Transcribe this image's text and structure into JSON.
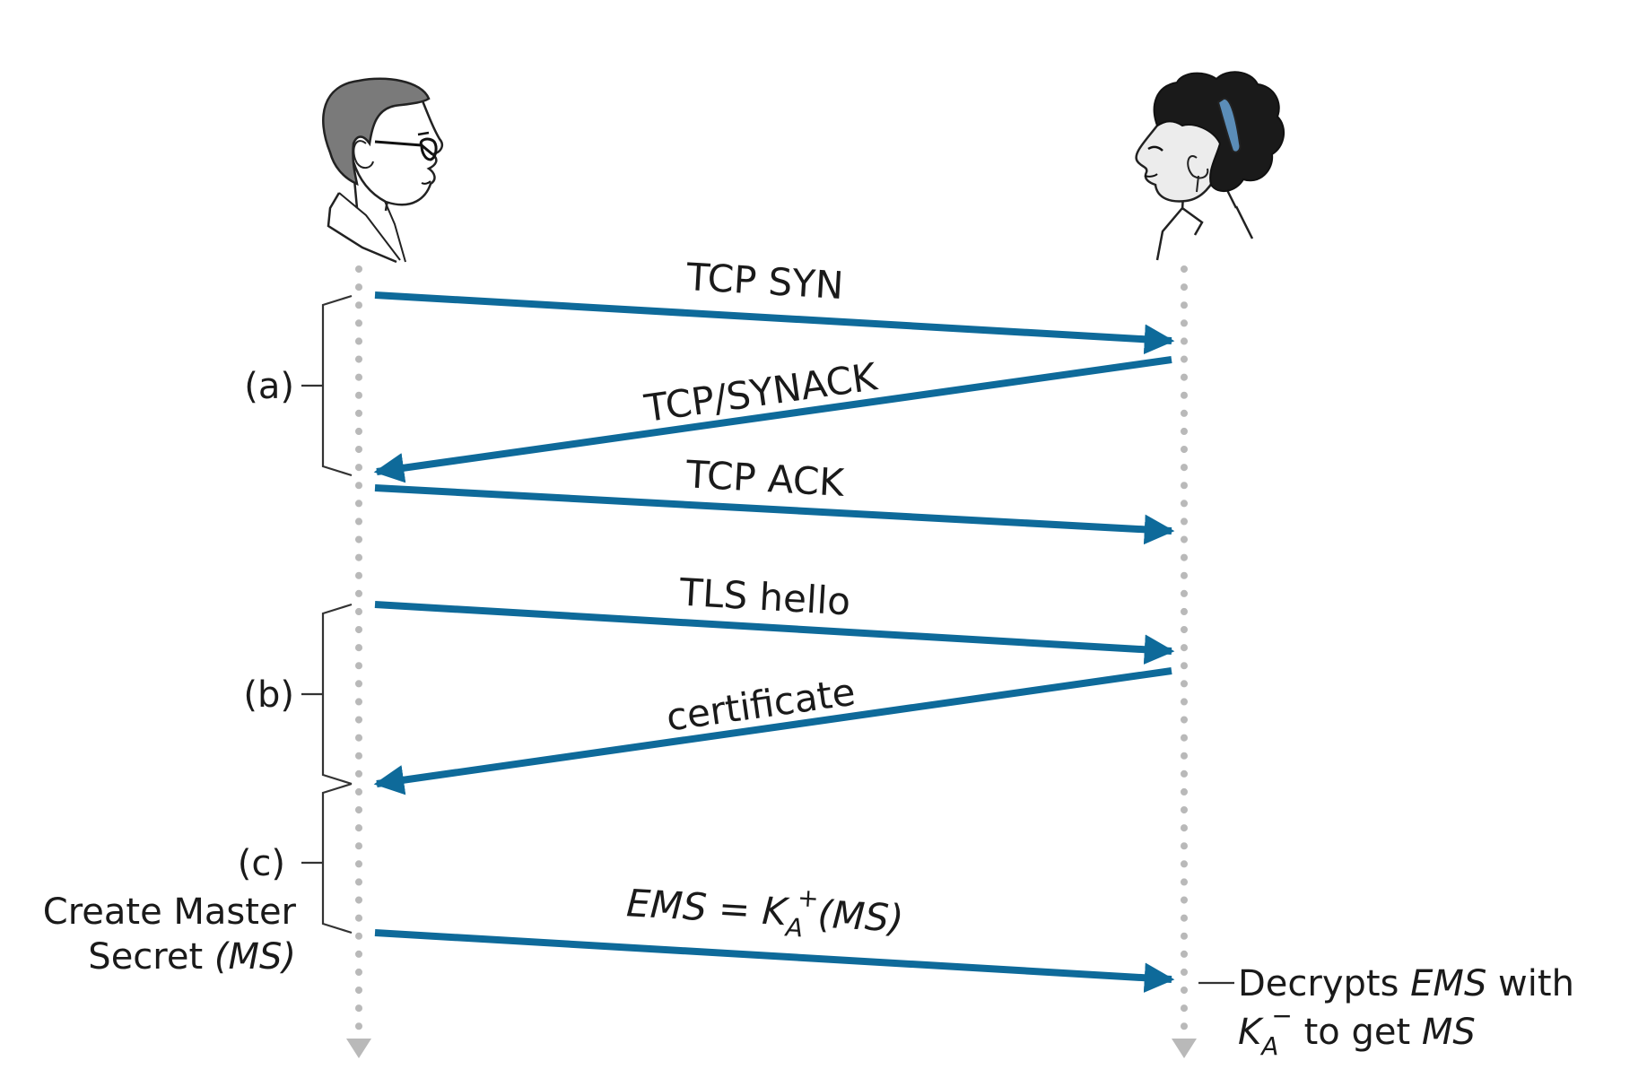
{
  "colors": {
    "arrow": "#0e6a9a",
    "lifeline": "#b9b9b9",
    "bracket": "#333333",
    "text": "#1a1a1a",
    "headband": "#5b8db8"
  },
  "actors": [
    {
      "id": "alice",
      "icon": "man-with-glasses-icon"
    },
    {
      "id": "bob",
      "icon": "woman-with-headband-icon"
    }
  ],
  "messages": [
    {
      "id": "tcp-syn",
      "label": "TCP SYN",
      "direction": "right"
    },
    {
      "id": "tcp-synack",
      "label": "TCP/SYNACK",
      "direction": "left"
    },
    {
      "id": "tcp-ack",
      "label": "TCP ACK",
      "direction": "right"
    },
    {
      "id": "tls-hello",
      "label": "TLS hello",
      "direction": "right"
    },
    {
      "id": "certificate",
      "label": "certificate",
      "direction": "left"
    },
    {
      "id": "ems",
      "label_parts": {
        "lhs": "EMS",
        "eq": " = K",
        "sub": "A",
        "sup": "+",
        "rhs": "(MS)"
      },
      "direction": "right"
    }
  ],
  "phases": [
    {
      "id": "a",
      "label": "(a)"
    },
    {
      "id": "b",
      "label": "(b)"
    },
    {
      "id": "c",
      "label": "(c)"
    }
  ],
  "notes": {
    "create_master_line1": "Create Master",
    "create_master_line2_a": "Secret ",
    "create_master_line2_b": "(MS)",
    "decrypt_line1_a": "Decrypts ",
    "decrypt_line1_b": "EMS",
    "decrypt_line1_c": " with",
    "decrypt_line2_k": "K",
    "decrypt_line2_sub": "A",
    "decrypt_line2_sup": "−",
    "decrypt_line2_a": " to get ",
    "decrypt_line2_b": "MS"
  }
}
